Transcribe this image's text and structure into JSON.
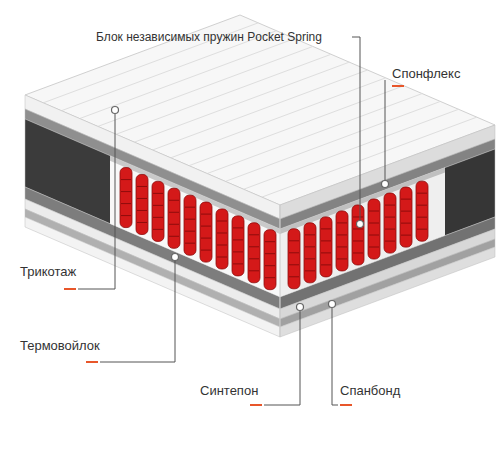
{
  "diagram": {
    "labels": [
      "Блок независимых пружин Pocket Spring",
      "Спонфлекс",
      "Трикотаж",
      "Термовойлок",
      "Синтепон",
      "Спанбонд"
    ]
  }
}
